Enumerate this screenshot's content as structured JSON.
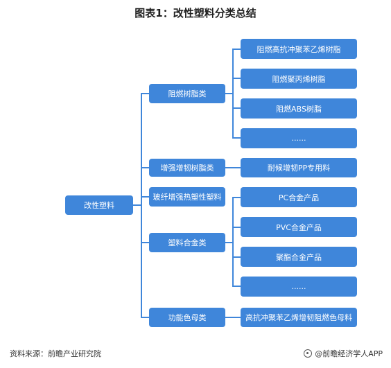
{
  "title": "图表1：改性塑料分类总结",
  "root": "改性塑料",
  "categories": [
    "阻燃树脂类",
    "增强增韧树脂类",
    "玻纤增强热塑性塑料",
    "塑料合金类",
    "功能色母类"
  ],
  "leaves": {
    "flame_retardant": [
      "阻燃高抗冲聚苯乙烯树脂",
      "阻燃聚丙烯树脂",
      "阻燃ABS树脂",
      "......"
    ],
    "reinforced": [
      "耐候增韧PP专用料"
    ],
    "alloy": [
      "PC合金产品",
      "PVC合金产品",
      "聚酯合金产品",
      "......"
    ],
    "color_master": [
      "高抗冲聚苯乙烯增韧阻燃色母料"
    ]
  },
  "footer": {
    "source": "资料来源：前瞻产业研究院",
    "brand": "@前瞻经济学人APP"
  },
  "colors": {
    "node": "#3f86da",
    "line": "#3f86da"
  }
}
